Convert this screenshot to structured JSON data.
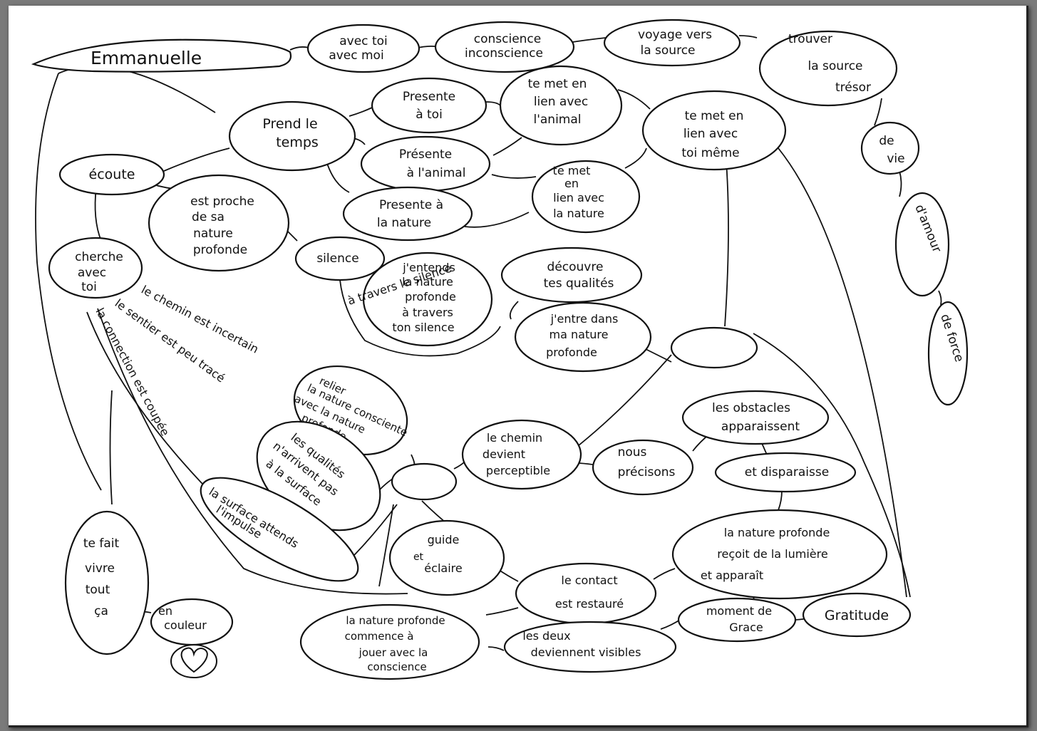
{
  "title": "Emmanuelle",
  "nodes": {
    "avec_toi": [
      "avec toi",
      "avec moi"
    ],
    "conscience": [
      "conscience",
      "inconscience"
    ],
    "voyage": [
      "voyage vers",
      "la source"
    ],
    "trouver": [
      "trouver",
      "la source",
      "trésor"
    ],
    "de_vie": [
      "de",
      "vie"
    ],
    "damour": "d'amour",
    "de_force": "de force",
    "prend_le_temps": [
      "Prend le",
      "temps"
    ],
    "presente_a_toi": [
      "Presente",
      "à toi"
    ],
    "te_met_animal": [
      "te met en",
      "lien avec",
      "l'animal"
    ],
    "te_met_toi_meme": [
      "te met en",
      "lien avec",
      "toi même"
    ],
    "presente_animal": [
      "Présente",
      "à l'animal"
    ],
    "te_met_nature": [
      "te met",
      "en",
      "lien avec",
      "la nature"
    ],
    "presente_nature": [
      "Presente à",
      "la nature"
    ],
    "ecoute": "écoute",
    "est_proche": [
      "est proche",
      "de sa",
      "nature",
      "profonde"
    ],
    "silence": "silence",
    "jentends": [
      "j'entends",
      "la nature",
      "profonde",
      "à travers",
      "ton silence"
    ],
    "decouvre": [
      "découvre",
      "tes qualités"
    ],
    "jentre": [
      "j'entre dans",
      "ma nature",
      "profonde"
    ],
    "cherche": [
      "cherche",
      "avec",
      "toi"
    ],
    "relier": [
      "relier",
      "la nature consciente",
      "avec la nature",
      "profonde"
    ],
    "qualites": [
      "les qualités",
      "n'arrivent pas",
      "à la surface"
    ],
    "surface": [
      "la surface attends",
      "l'impulse"
    ],
    "chemin_perceptible": [
      "le chemin",
      "devient",
      "perceptible"
    ],
    "nous_precisons": [
      "nous",
      "précisons"
    ],
    "obstacles": [
      "les obstacles",
      "apparaissent"
    ],
    "disparaisse": "et disparaisse",
    "lumiere": [
      "la nature profonde",
      "reçoit de la lumière",
      "et apparaît"
    ],
    "guide": [
      "guide",
      "et",
      "éclaire"
    ],
    "contact": [
      "le contact",
      "est restauré"
    ],
    "moment": [
      "moment de",
      "Grace"
    ],
    "gratitude": "Gratitude",
    "commence": [
      "la nature profonde",
      "commence à",
      "jouer avec la",
      "conscience"
    ],
    "deux_visibles": [
      "les deux",
      "deviennent visibles"
    ],
    "fait_vivre": [
      "te fait",
      "vivre",
      "tout",
      "ça"
    ],
    "en_couleur": [
      "en",
      "couleur"
    ]
  },
  "edge_labels": {
    "a_travers_silence": "à travers le silence",
    "chemin_incertain": "le chemin est incertain",
    "sentier": "le sentier est peu tracé",
    "connection": "la connection est coupée"
  },
  "icons": {
    "heart": "heart-icon"
  }
}
